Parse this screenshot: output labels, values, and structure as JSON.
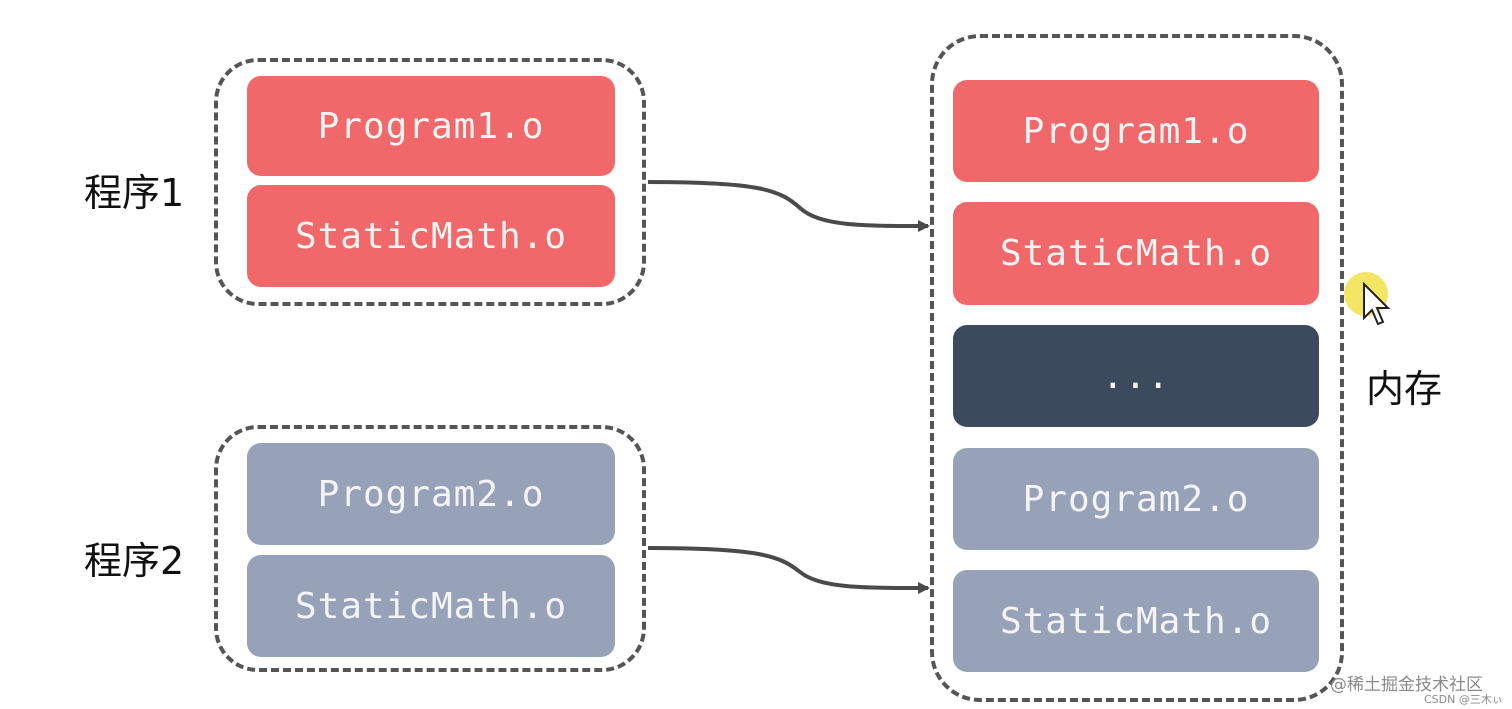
{
  "program1": {
    "label": "程序1",
    "blocks": [
      "Program1.o",
      "StaticMath.o"
    ]
  },
  "program2": {
    "label": "程序2",
    "blocks": [
      "Program2.o",
      "StaticMath.o"
    ]
  },
  "memory": {
    "label": "内存",
    "blocks": [
      "Program1.o",
      "StaticMath.o",
      "...",
      "Program2.o",
      "StaticMath.o"
    ]
  },
  "colors": {
    "program1_block": "#f0686a",
    "program2_block": "#97a2b9",
    "ellipsis_block": "#3c4a5e",
    "dashed_border": "#555555",
    "arrow": "#4a4a4a",
    "cursor_highlight": "#f2e24a"
  },
  "watermark": {
    "line1": "@稀土掘金技术社区",
    "line2": "CSDN @三木ぃ"
  }
}
